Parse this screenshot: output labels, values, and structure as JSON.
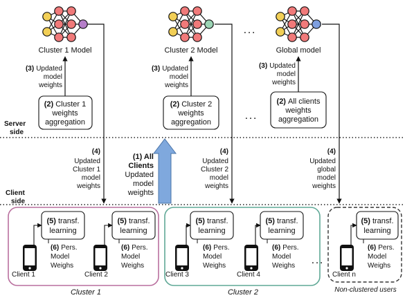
{
  "server": {
    "models": [
      {
        "label": "Cluster 1 Model",
        "node_color": "#b57ec9"
      },
      {
        "label": "Cluster 2 Model",
        "node_color": "#9bd4b4"
      },
      {
        "label": "Global model",
        "node_color": "#7f9fdf"
      }
    ],
    "updated_weights_tag": "(3)",
    "updated_weights_lines": [
      "Updated",
      "model",
      "weights"
    ],
    "aggregation": [
      {
        "tag": "(2)",
        "first": "Cluster 1",
        "lines": [
          "weights",
          "aggregation"
        ]
      },
      {
        "tag": "(2)",
        "first": "Cluster 2",
        "lines": [
          "weights",
          "aggregation"
        ]
      },
      {
        "tag": "(2)",
        "first": "All clients",
        "lines": [
          "weights",
          "aggregation"
        ]
      }
    ],
    "side_label": [
      "Server",
      "side"
    ],
    "ellipsis": ". . ."
  },
  "client": {
    "side_label": [
      "Client",
      "side"
    ],
    "all_clients_tag": "(1) All",
    "all_clients_lines": [
      "Clients",
      "Updated",
      "model",
      "weights"
    ],
    "downlinks": [
      {
        "tag": "(4)",
        "lines": [
          "Updated",
          "Cluster 1",
          "model",
          "weights"
        ]
      },
      {
        "tag": "(4)",
        "lines": [
          "Updated",
          "Cluster 2",
          "model",
          "weights"
        ]
      },
      {
        "tag": "(4)",
        "lines": [
          "Updated",
          "global",
          "model",
          "weights"
        ]
      }
    ],
    "transfer_tag": "(5)",
    "transfer_first": "transf.",
    "transfer_second": "learning",
    "pers_tag": "(6)",
    "pers_first": "Pers.",
    "pers_lines": [
      "Model",
      "Weighs"
    ],
    "clients": [
      "Client 1",
      "Client 2",
      "Client 3",
      "Client 4",
      "Client n"
    ],
    "groups": [
      {
        "label": "Cluster 1",
        "border_color": "#b96f9e"
      },
      {
        "label": "Cluster 2",
        "border_color": "#5fa896"
      },
      {
        "label": "Non-clustered users",
        "border_color": "#333333"
      }
    ],
    "ellipsis": ". . ."
  },
  "colors": {
    "node_red": "#f07a7a",
    "node_yellow": "#f2cf56",
    "upload_arrow": "#7fa8dd"
  }
}
